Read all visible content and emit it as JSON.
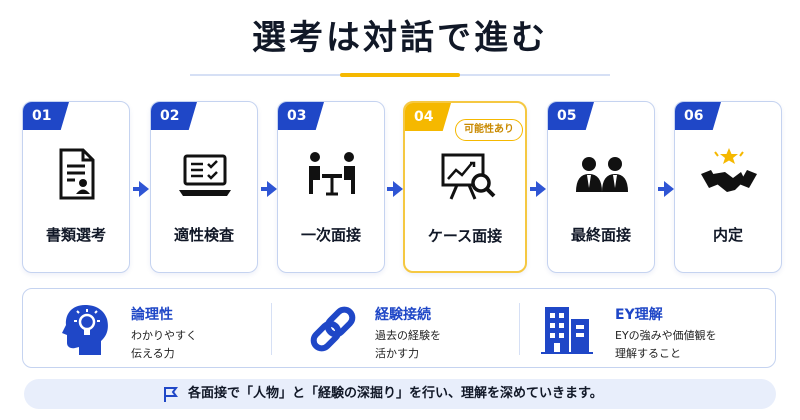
{
  "title": "選考は対話で進む",
  "accent_color": "#f5b800",
  "primary_color": "#1f47c7",
  "steps": [
    {
      "num": "01",
      "label": "書類選考",
      "icon": "document-profile-icon"
    },
    {
      "num": "02",
      "label": "適性検査",
      "icon": "laptop-checklist-icon"
    },
    {
      "num": "03",
      "label": "一次面接",
      "icon": "interview-table-icon"
    },
    {
      "num": "04",
      "label": "ケース面接",
      "icon": "presentation-magnifier-icon",
      "badge": "可能性あり"
    },
    {
      "num": "05",
      "label": "最終面接",
      "icon": "two-executives-icon"
    },
    {
      "num": "06",
      "label": "内定",
      "icon": "handshake-star-icon"
    }
  ],
  "skills": [
    {
      "title": "論理性",
      "desc": "わかりやすく\n伝える力",
      "icon": "head-lightbulb-icon"
    },
    {
      "title": "経験接続",
      "desc": "過去の経験を\n活かす力",
      "icon": "chain-link-icon"
    },
    {
      "title": "EY理解",
      "desc": "EYの強みや価値観を\n理解すること",
      "icon": "office-building-icon"
    }
  ],
  "footer": {
    "text": "各面接で「人物」と「経験の深掘り」を行い、理解を深めていきます。",
    "icon": "flag-icon"
  }
}
